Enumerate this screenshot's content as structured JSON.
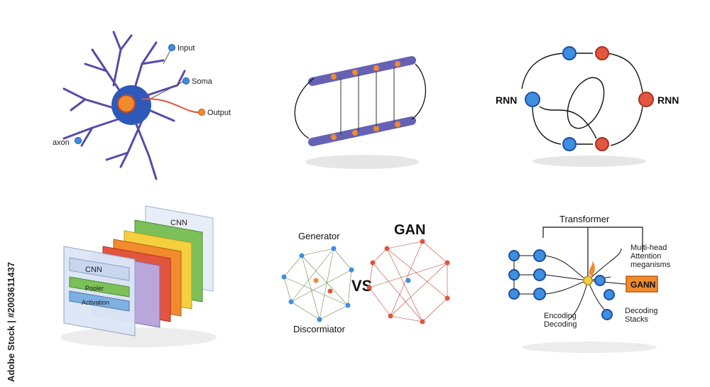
{
  "neuron": {
    "input": "Input",
    "soma": "Soma",
    "output": "Output",
    "axon": "axon"
  },
  "rnn": {
    "left_label": "RNN",
    "right_label": "RNN"
  },
  "cnn": {
    "front_title": "CNN",
    "front_row1": "Pooler",
    "front_row2": "Activation",
    "back_title": "CNN"
  },
  "gan": {
    "title": "GAN",
    "generator": "Generator",
    "vs": "VS",
    "discriminator": "Discormiator"
  },
  "transformer": {
    "title": "Transformer",
    "mha_line1": "Multi-head",
    "mha_line2": "Attention",
    "mha_line3": "meganisms",
    "gann": "GANN",
    "enc_line1": "Encoding",
    "enc_line2": "Decoding",
    "dec_line1": "Decoding",
    "dec_line2": "Stacks"
  },
  "watermark": "Adobe Stock | #2003611437",
  "colors": {
    "blue": "#3d8fe0",
    "orange": "#f28a2e",
    "red": "#e2553f",
    "purple": "#5a4aa8",
    "outline": "#1f4fa0"
  }
}
